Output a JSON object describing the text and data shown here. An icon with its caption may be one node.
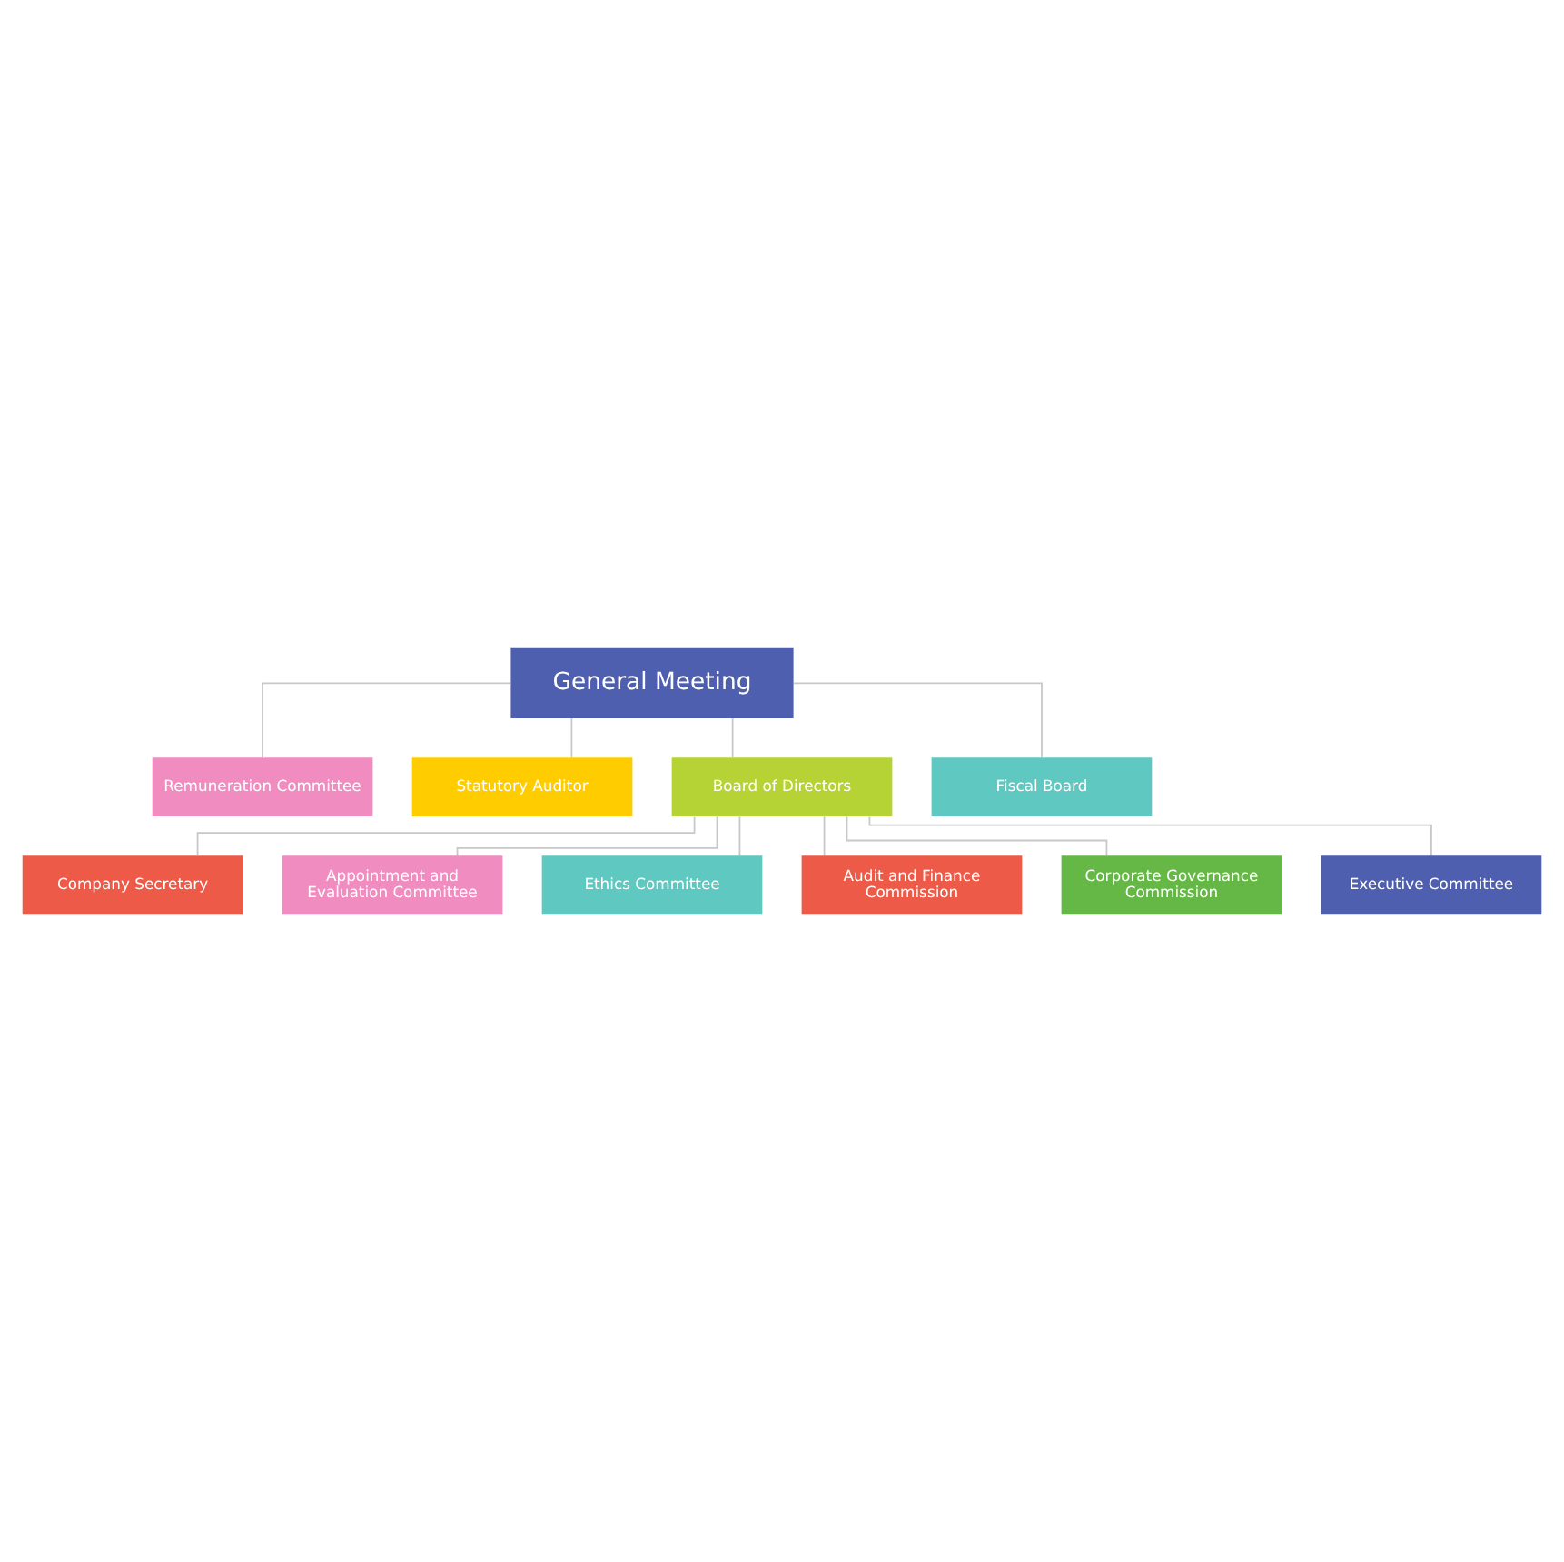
{
  "diagram": {
    "nodes": [
      {
        "text": [
          "General Meeting"
        ]
      },
      {
        "text": [
          "Remuneration Committee"
        ]
      },
      {
        "text": [
          "Statutory Auditor"
        ]
      },
      {
        "text": [
          "Board of Directors"
        ]
      },
      {
        "text": [
          "Fiscal Board"
        ]
      },
      {
        "text": [
          "Company Secretary"
        ]
      },
      {
        "text": [
          "Appointment and Evaluation Committee"
        ]
      },
      {
        "text": [
          "Ethics Committee"
        ]
      },
      {
        "text": [
          "Audit and Finance Commission"
        ]
      },
      {
        "text": [
          "Corporate Governance Commission"
        ]
      },
      {
        "text": [
          "Executive Committee"
        ]
      }
    ],
    "edges": [
      {
        "from": 0,
        "to": 1,
        "arrow": "none"
      },
      {
        "from": 0,
        "to": 2,
        "arrow": "none"
      },
      {
        "from": 0,
        "to": 3,
        "arrow": "none"
      },
      {
        "from": 0,
        "to": 4,
        "arrow": "none"
      },
      {
        "from": 3,
        "to": 5,
        "arrow": "none"
      },
      {
        "from": 3,
        "to": 6,
        "arrow": "none"
      },
      {
        "from": 3,
        "to": 7,
        "arrow": "none"
      },
      {
        "from": 3,
        "to": 8,
        "arrow": "none"
      },
      {
        "from": 3,
        "to": 9,
        "arrow": "none"
      },
      {
        "from": 3,
        "to": 10,
        "arrow": "none"
      }
    ]
  }
}
